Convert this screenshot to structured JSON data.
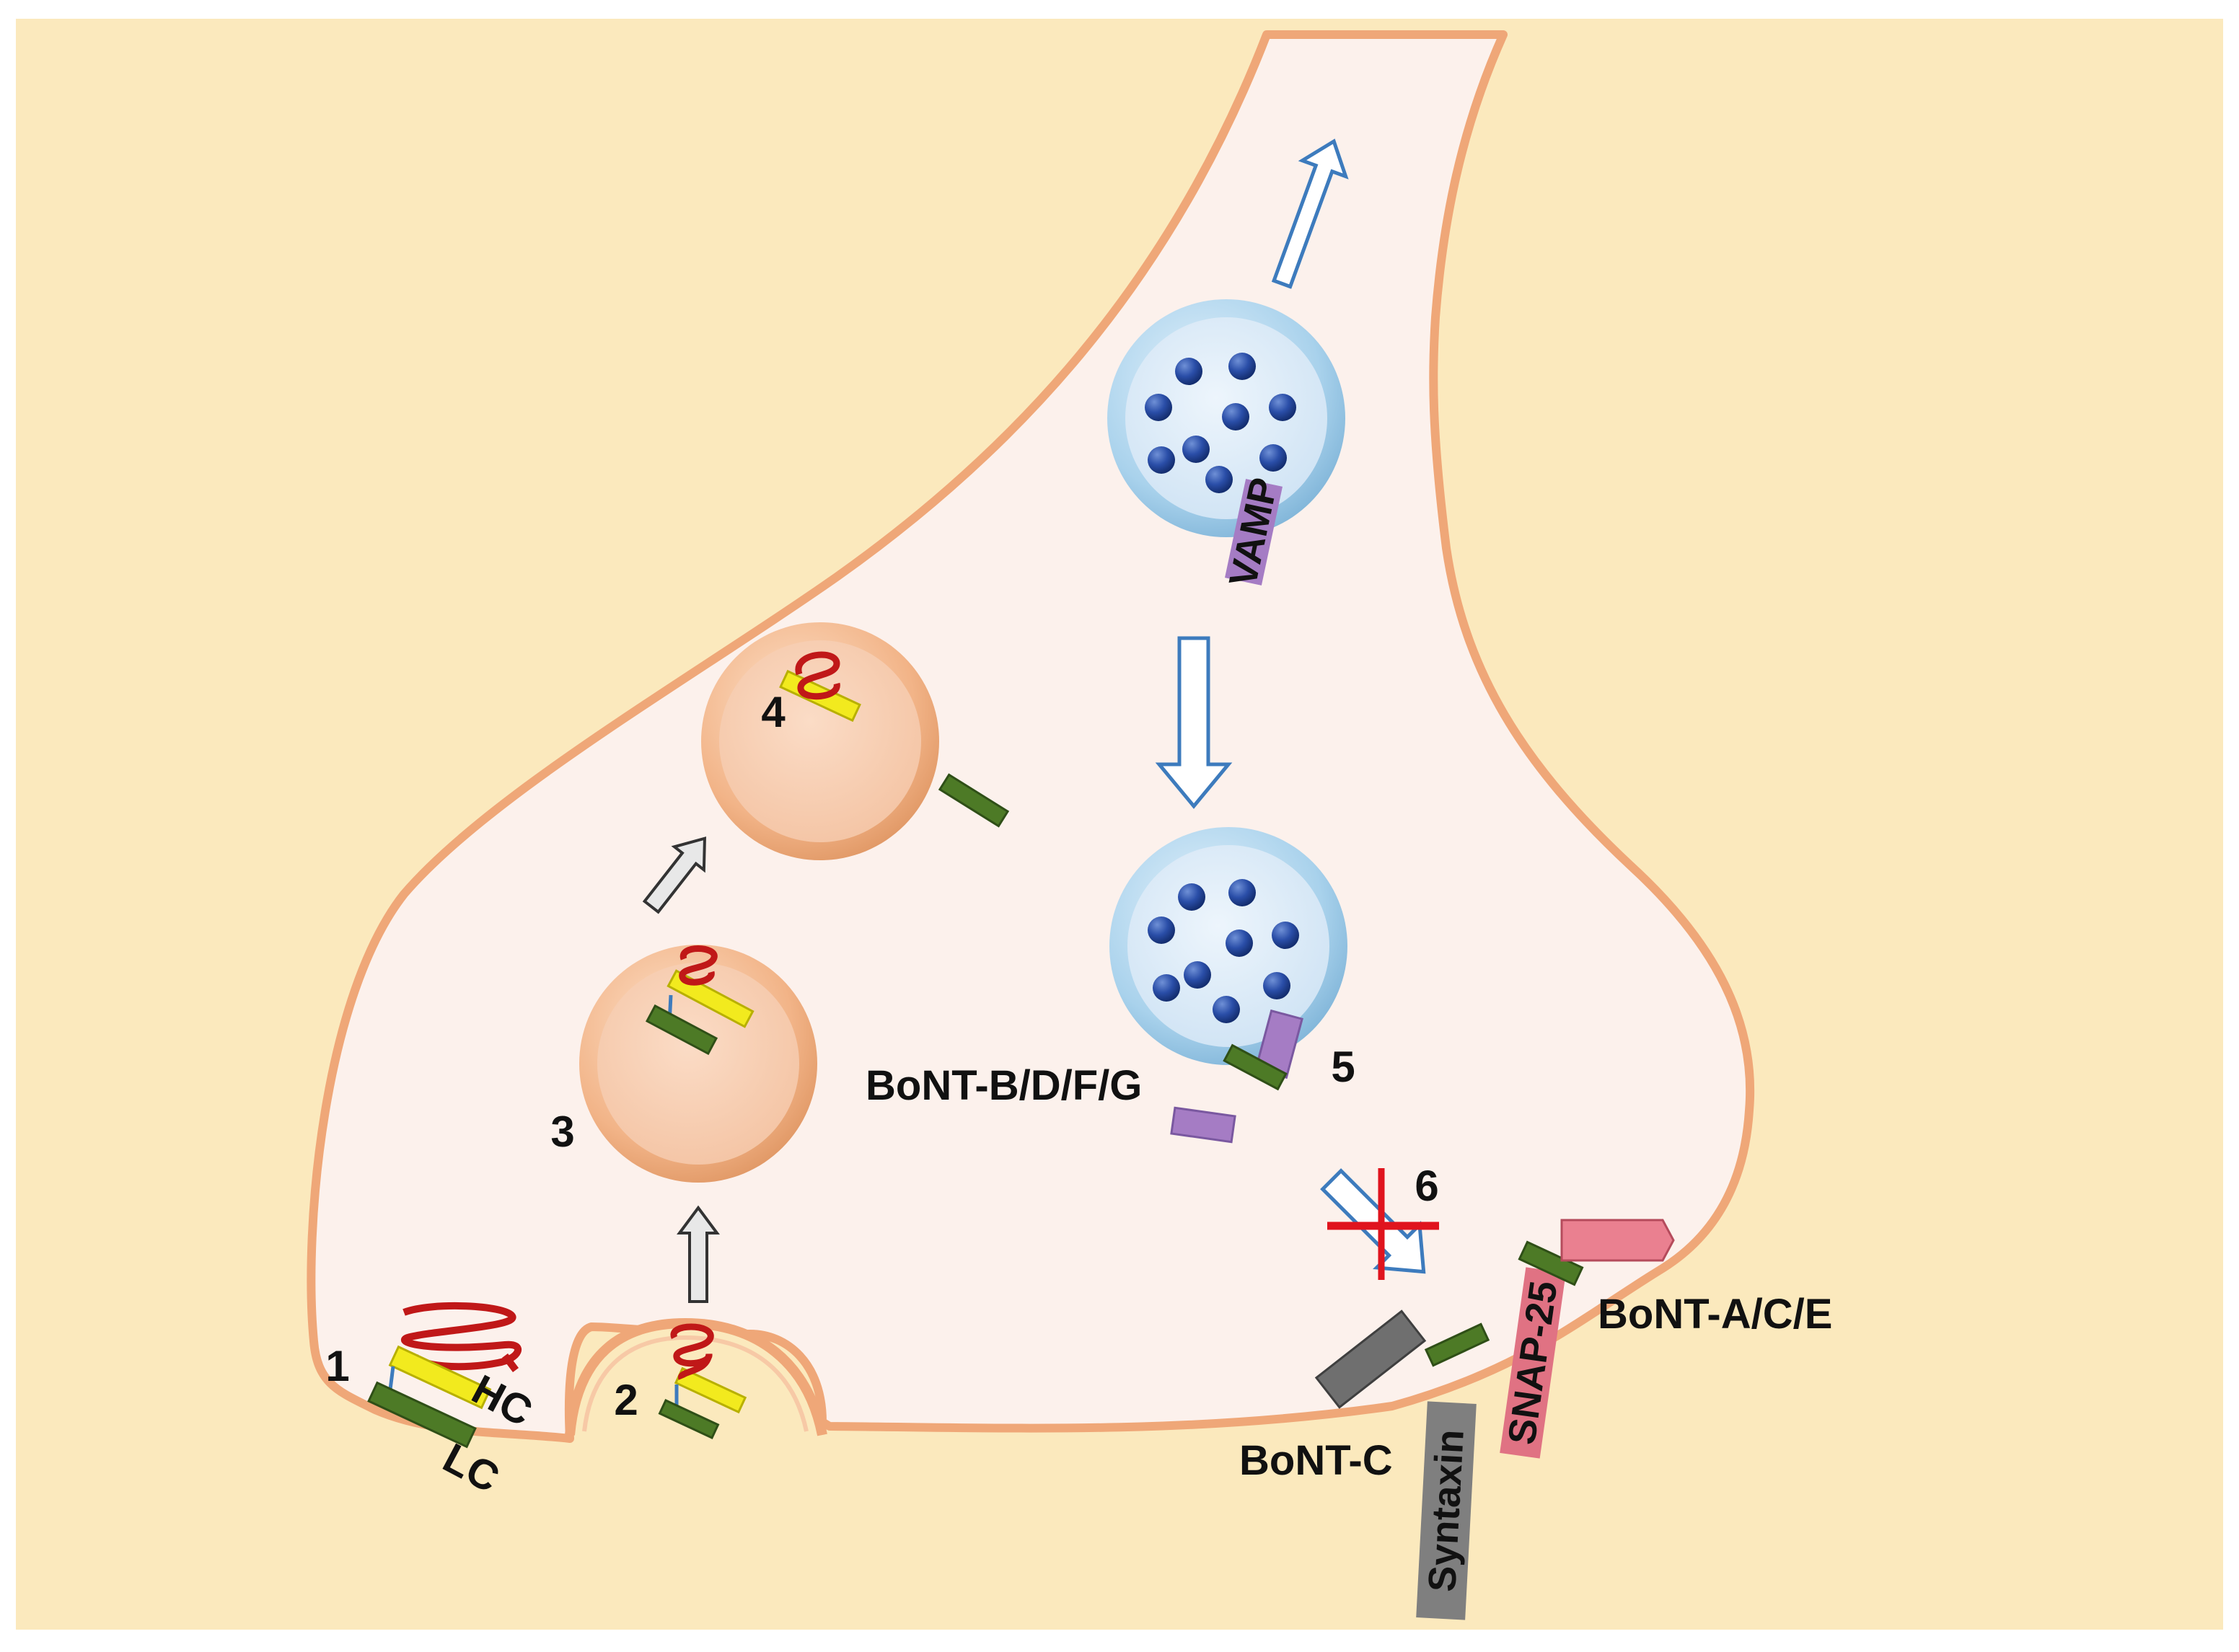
{
  "labels": {
    "step1": "1",
    "step2": "2",
    "step3": "3",
    "step4": "4",
    "step5": "5",
    "step6": "6",
    "hc": "HC",
    "lc": "LC",
    "vamp": "VAMP",
    "bont_bdfg": "BoNT-B/D/F/G",
    "bont_c": "BoNT-C",
    "bont_ace": "BoNT-A/C/E",
    "syntaxin": "Syntaxin",
    "snap25": "SNAP-25"
  },
  "colors": {
    "background": "#fbe9bd",
    "cytoplasm": "#fcf1ec",
    "membrane": "#efa778",
    "vesicle_ring": "#a9d2ec",
    "vesicle_fill": "#dcecf8",
    "endosome_fill": "#f7cfb3",
    "neurotransmitter": "#1f3f96",
    "heavy_chain": "#f2ea1e",
    "light_chain": "#4d7a26",
    "receptor": "#c01818",
    "vamp": "#a57cc4",
    "syntaxin": "#7f7f7f",
    "snap25": "#e07283",
    "block_cross": "#e0141e",
    "flow_arrow": "#3d7bbd"
  }
}
